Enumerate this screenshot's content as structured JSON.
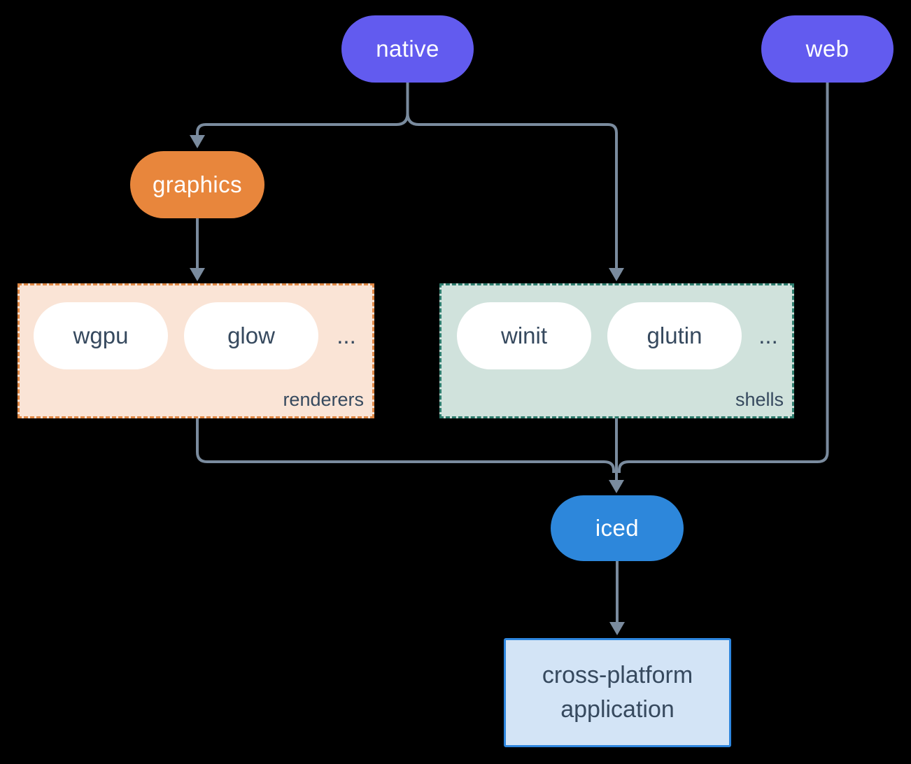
{
  "diagram": {
    "nodes": {
      "native": {
        "label": "native"
      },
      "web": {
        "label": "web"
      },
      "graphics": {
        "label": "graphics"
      },
      "iced": {
        "label": "iced"
      },
      "app": {
        "label_lines": [
          "cross-platform",
          "application"
        ]
      }
    },
    "groups": {
      "renderers": {
        "label": "renderers",
        "items": [
          "wgpu",
          "glow"
        ],
        "ellipsis": "..."
      },
      "shells": {
        "label": "shells",
        "items": [
          "winit",
          "glutin"
        ],
        "ellipsis": "..."
      }
    }
  },
  "colors": {
    "background": "#000000",
    "node-purple": "#625BEF",
    "node-orange": "#E8863C",
    "node-blue": "#2D87DB",
    "pill-white": "#FFFFFF",
    "pill-text-dark": "#36495E",
    "label-text": "#36495E",
    "renderers-fill": "#FAE4D6",
    "renderers-border": "#E08845",
    "shells-fill": "#D0E2DC",
    "shells-border": "#2E7D6E",
    "app-fill": "#D3E4F6",
    "app-border": "#2E86DE",
    "connector": "#7A8B9E"
  }
}
